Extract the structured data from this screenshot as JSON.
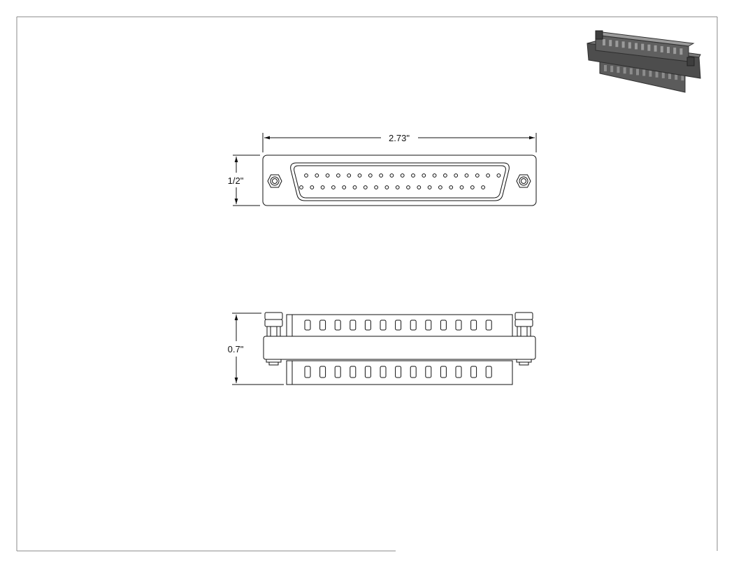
{
  "dimensions": {
    "width": "2.73\"",
    "height_top": "1/2\"",
    "height_side": "0.7\""
  },
  "connector": {
    "top_row_pins": 19,
    "bottom_row_pins": 18,
    "upper_slots": 13,
    "lower_slots": 13
  },
  "colors": {
    "line": "#111111",
    "frame": "#8a8a8a",
    "iso_body": "#5b5b5b",
    "iso_dark": "#2e2e2e",
    "iso_light": "#8c8c8c"
  }
}
